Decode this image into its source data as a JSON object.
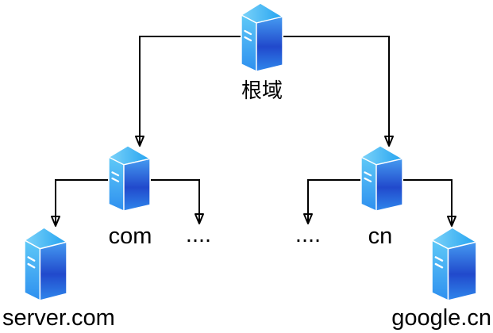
{
  "nodes": {
    "root": {
      "label": "根域",
      "icon": "server-icon"
    },
    "com": {
      "label": "com",
      "icon": "server-icon"
    },
    "cn": {
      "label": "cn",
      "icon": "server-icon"
    },
    "dots_left": {
      "label": "...."
    },
    "dots_right": {
      "label": "...."
    },
    "server_com": {
      "label": "server.com",
      "icon": "server-icon"
    },
    "google_cn": {
      "label": "google.cn",
      "icon": "server-icon"
    }
  },
  "edges": [
    {
      "from": "root",
      "to": "com"
    },
    {
      "from": "root",
      "to": "cn"
    },
    {
      "from": "com",
      "to": "server_com"
    },
    {
      "from": "com",
      "to": "dots_left"
    },
    {
      "from": "cn",
      "to": "dots_right"
    },
    {
      "from": "cn",
      "to": "google_cn"
    }
  ],
  "icon_colors": {
    "top_light": "#7CD3F9",
    "top_dark": "#24A3F0",
    "left_top": "#5EC9F7",
    "left_bottom": "#2E8FEF",
    "right_top": "#459BF1",
    "right_mid": "#2149CC",
    "right_bottom": "#2F87EC",
    "edge_highlight": "#FFFFFF"
  },
  "connector_color": "#000000",
  "background_color": "#FFFFFF"
}
